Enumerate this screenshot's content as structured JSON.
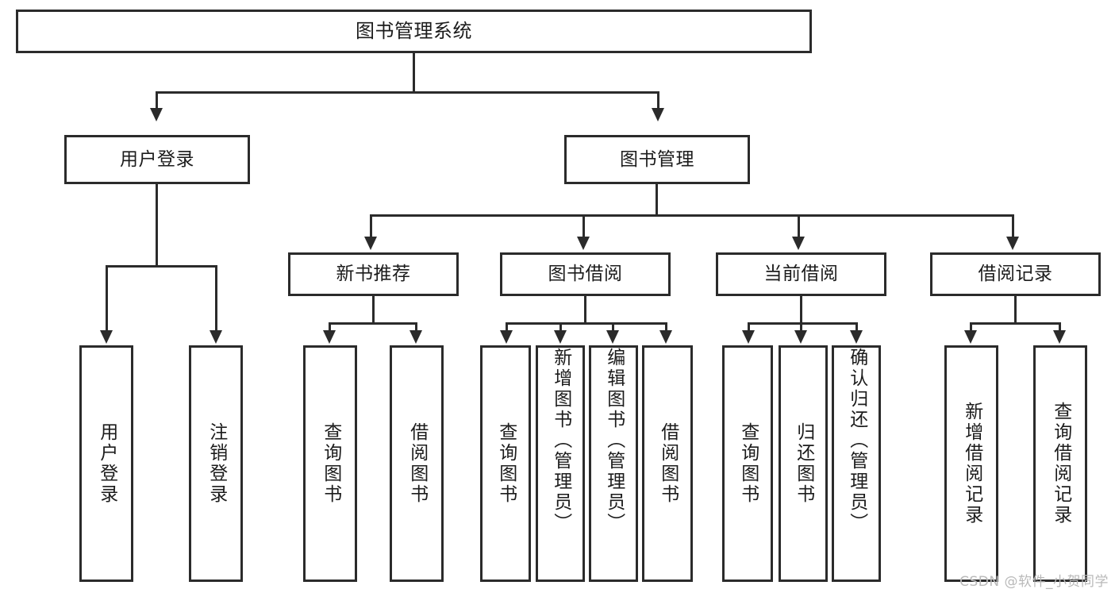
{
  "diagram": {
    "title": "图书管理系统",
    "type": "functional-structure-tree",
    "watermark": "CSDN @软件_小贺同学",
    "colors": {
      "background": "#ffffff",
      "stroke": "#2b2b2b",
      "text": "#1c1c1c",
      "watermark": "#b9b9b9"
    },
    "root": {
      "label": "图书管理系统"
    },
    "level2": [
      {
        "label": "用户登录"
      },
      {
        "label": "图书管理"
      }
    ],
    "level3": [
      {
        "label": "新书推荐"
      },
      {
        "label": "图书借阅"
      },
      {
        "label": "当前借阅"
      },
      {
        "label": "借阅记录"
      }
    ],
    "leaves": {
      "user_login": [
        {
          "label": "用户登录"
        },
        {
          "label": "注销登录"
        }
      ],
      "new_book_recommend": [
        {
          "label": "查询图书"
        },
        {
          "label": "借阅图书"
        }
      ],
      "book_borrow": [
        {
          "label": "查询图书"
        },
        {
          "label": "新增图书（管理员）"
        },
        {
          "label": "编辑图书（管理员）"
        },
        {
          "label": "借阅图书"
        }
      ],
      "current_borrow": [
        {
          "label": "查询图书"
        },
        {
          "label": "归还图书"
        },
        {
          "label": "确认归还（管理员）"
        }
      ],
      "borrow_record": [
        {
          "label": "新增借阅记录"
        },
        {
          "label": "查询借阅记录"
        }
      ]
    }
  }
}
